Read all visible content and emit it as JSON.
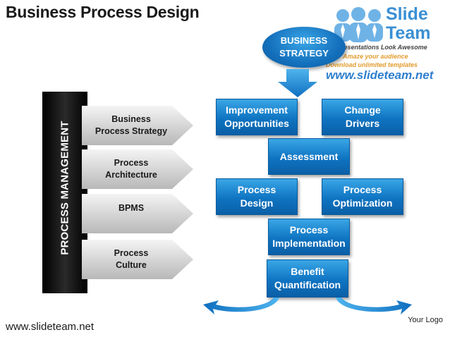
{
  "header": {
    "title": "Business Process Design"
  },
  "brand": {
    "line1": "Slide",
    "line2": "Team",
    "tagline": "Presentations Look Awesome",
    "promo1": "Amaze your audience",
    "promo2": "Download unlimited templates",
    "url": "www.slideteam.net"
  },
  "left_panel": {
    "vertical_label": "PROCESS MANAGEMENT",
    "items": [
      {
        "label": "Business\nProcess Strategy"
      },
      {
        "label": "Process\nArchitecture"
      },
      {
        "label": "BPMS"
      },
      {
        "label": "Process\nCulture"
      }
    ]
  },
  "right_panel": {
    "strategy": "BUSINESS\nSTRATEGY",
    "improvement": "Improvement\nOpportunities",
    "change_drivers": "Change\nDrivers",
    "assessment": "Assessment",
    "process_design": "Process\nDesign",
    "process_optimization": "Process\nOptimization",
    "process_implementation": "Process\nImplementation",
    "benefit": "Benefit\nQuantification"
  },
  "footer": {
    "url": "www.slideteam.net",
    "logo_text": "Your Logo"
  },
  "colors": {
    "accent_blue": "#1470bd",
    "dark_bar": "#000000",
    "arrow_grey": "#cfcfcf"
  }
}
